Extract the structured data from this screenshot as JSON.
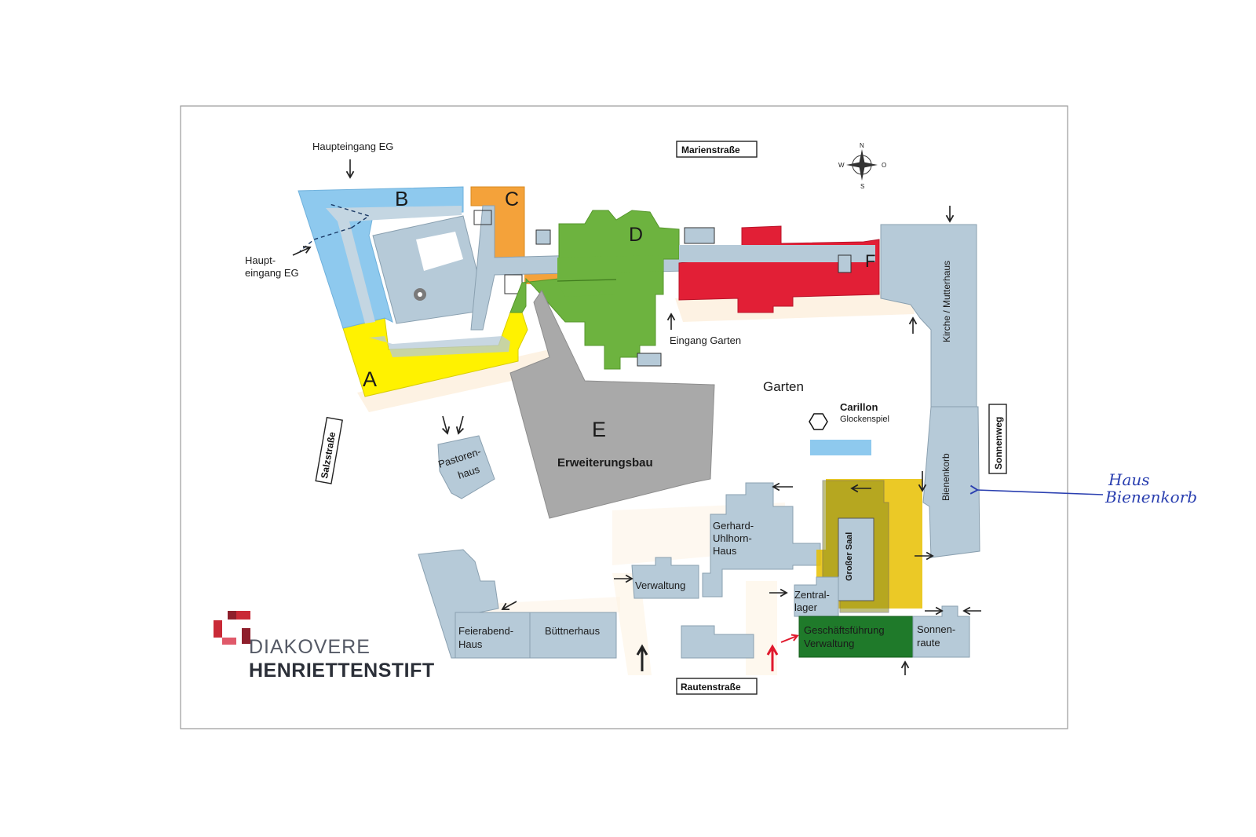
{
  "entrances": {
    "main_top": "Haupteingang EG",
    "main_left_1": "Haupt-",
    "main_left_2": "eingang EG",
    "garden": "Eingang Garten"
  },
  "wings": {
    "a": "A",
    "b": "B",
    "c": "C",
    "d": "D",
    "e": "E",
    "f": "F"
  },
  "buildings": {
    "erweiterungsbau": "Erweiterungsbau",
    "pastorenhaus_1": "Pastoren-",
    "pastorenhaus_2": "haus",
    "kirche": "Kirche / Mutterhaus",
    "bienenkorb": "Bienenkorb",
    "uhlhorn_1": "Gerhard-",
    "uhlhorn_2": "Uhlhorn-",
    "uhlhorn_3": "Haus",
    "verwaltung": "Verwaltung",
    "zentrallager_1": "Zentral-",
    "zentrallager_2": "lager",
    "grosser_saal": "Großer Saal",
    "gf_1": "Geschäftsführung",
    "gf_2": "Verwaltung",
    "sonnenraute_1": "Sonnen-",
    "sonnenraute_2": "raute",
    "feierabend_1": "Feierabend-",
    "feierabend_2": "Haus",
    "buettnerhaus": "Büttnerhaus"
  },
  "areas": {
    "garten": "Garten",
    "carillon": "Carillon",
    "glockenspiel": "Glockenspiel"
  },
  "streets": {
    "marienstrasse": "Marienstraße",
    "sonnenweg": "Sonnenweg",
    "rautenstrasse": "Rautenstraße",
    "salzstrasse": "Salzstraße"
  },
  "compass": {
    "n": "N",
    "s": "S",
    "w": "W",
    "o": "O"
  },
  "annotation": {
    "line1": "Haus",
    "line2": "Bienenkorb"
  },
  "logo": {
    "top": "DIAKOVERE",
    "bottom": "HENRIETTENSTIFT"
  },
  "colors": {
    "wing_a": "#fff200",
    "wing_b": "#8ec9ee",
    "wing_c": "#f4a23a",
    "wing_d": "#6db33f",
    "wing_e": "#a9a9a9",
    "wing_f": "#e21f36",
    "other_building": "#b6cad8",
    "grosser_saal_highlight": "#e8c000",
    "geschaeftsfuehrung": "#1f7a2a",
    "red_arrow": "#e0192d",
    "annotation_ink": "#2a3fb0"
  }
}
